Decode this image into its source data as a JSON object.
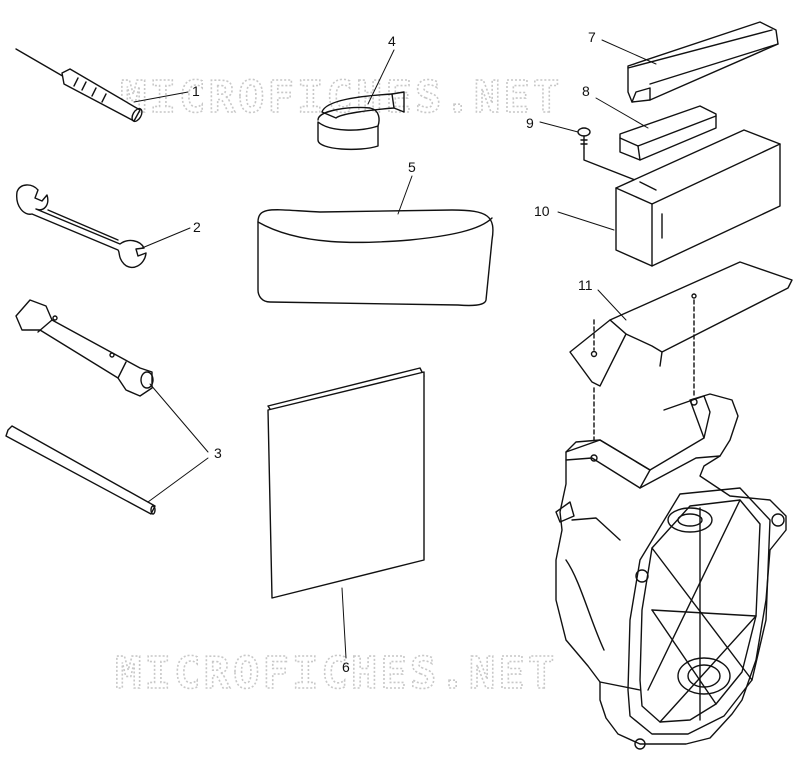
{
  "watermark": {
    "text": "MICROFICHES.NET"
  },
  "callouts": {
    "c1": "1",
    "c2": "2",
    "c3": "3",
    "c4": "4",
    "c5": "5",
    "c6": "6",
    "c7": "7",
    "c8": "8",
    "c9": "9",
    "c10": "10",
    "c11": "11"
  },
  "colors": {
    "line": "#111111",
    "watermark": "#c8c8c8",
    "background": "#ffffff"
  }
}
